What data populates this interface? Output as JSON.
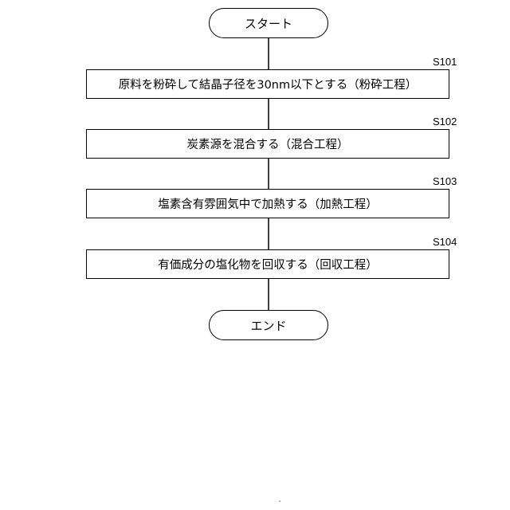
{
  "flowchart": {
    "start": "スタート",
    "end": "エンド",
    "steps": [
      {
        "id": "S101",
        "text": "原料を粉砕して結晶子径を30nm以下とする（粉砕工程）"
      },
      {
        "id": "S102",
        "text": "炭素源を混合する（混合工程）"
      },
      {
        "id": "S103",
        "text": "塩素含有雰囲気中で加熱する（加熱工程）"
      },
      {
        "id": "S104",
        "text": "有価成分の塩化物を回収する（回収工程）"
      }
    ]
  }
}
